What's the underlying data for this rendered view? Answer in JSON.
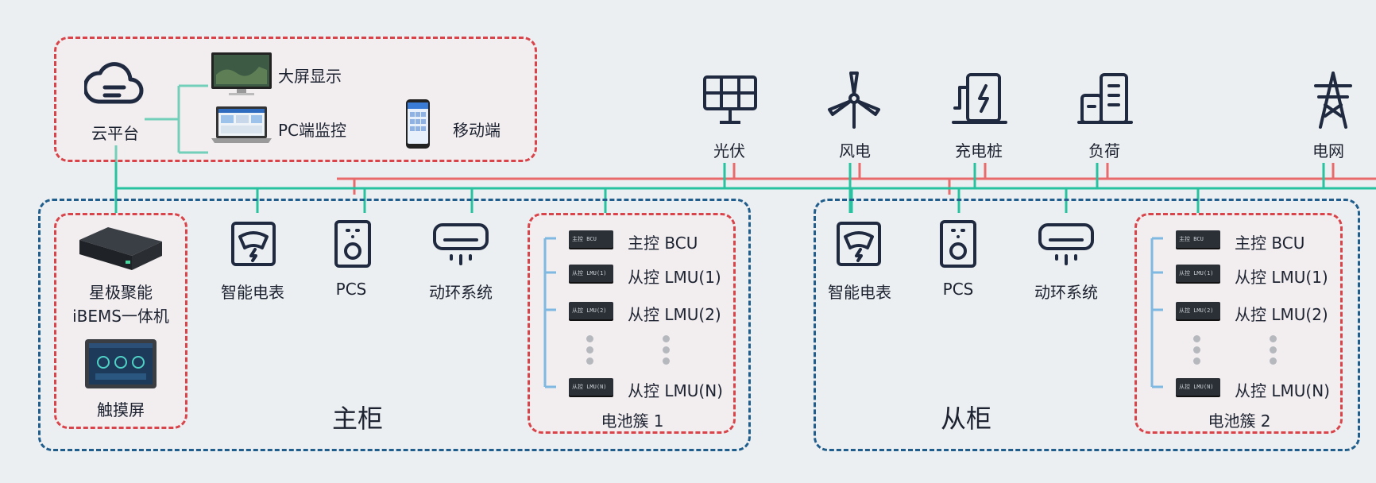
{
  "cloud": {
    "title": "云平台",
    "big_screen": "大屏显示",
    "pc_monitor": "PC端监控",
    "mobile": "移动端"
  },
  "sources": {
    "pv": "光伏",
    "wind": "风电",
    "charger": "充电桩",
    "load": "负荷",
    "grid": "电网"
  },
  "main_cabinet": {
    "title": "主柜",
    "controller_line1": "星极聚能",
    "controller_line2": "iBEMS一体机",
    "touchscreen": "触摸屏",
    "meter": "智能电表",
    "pcs": "PCS",
    "env": "动环系统",
    "cluster": {
      "title": "电池簇 1",
      "bcu": "主控 BCU",
      "lmu1": "从控 LMU(1)",
      "lmu2": "从控 LMU(2)",
      "lmun": "从控 LMU(N)",
      "mod_bcu": "主控 BCU",
      "mod_lmu1": "从控 LMU(1)",
      "mod_lmu2": "从控 LMU(2)",
      "mod_lmun": "从控 LMU(N)"
    }
  },
  "slave_cabinet": {
    "title": "从柜",
    "meter": "智能电表",
    "pcs": "PCS",
    "env": "动环系统",
    "cluster": {
      "title": "电池簇 2",
      "bcu": "主控 BCU",
      "lmu1": "从控 LMU(1)",
      "lmu2": "从控 LMU(2)",
      "lmun": "从控 LMU(N)",
      "mod_bcu": "主控 BCU",
      "mod_lmu1": "从控 LMU(1)",
      "mod_lmu2": "从控 LMU(2)",
      "mod_lmun": "从控 LMU(N)"
    }
  },
  "colors": {
    "comm_line": "#27c2a0",
    "power_line": "#e86a6a",
    "cluster_bus": "#3b9ede",
    "dashed_red": "#d9444b",
    "dashed_blue": "#1f5d8c"
  }
}
